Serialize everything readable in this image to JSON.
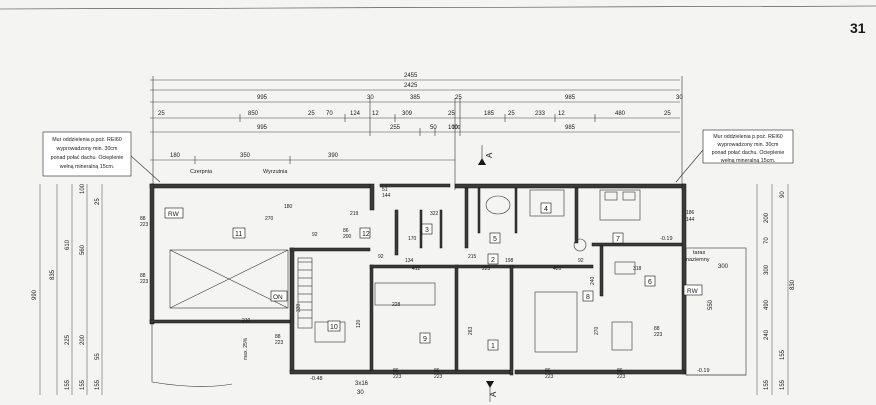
{
  "page_number": "31",
  "top_dims": {
    "overall_1": "2455",
    "overall_2": "2425",
    "row3": [
      "995",
      "30",
      "385",
      "25",
      "985",
      "30"
    ],
    "row4": [
      "25",
      "850",
      "25",
      "70",
      "124",
      "12",
      "309",
      "25",
      "185",
      "25",
      "233",
      "12",
      "480",
      "25"
    ],
    "row5": [
      "995",
      "255",
      "50",
      "100",
      "985"
    ],
    "row6": [
      "180",
      "350",
      "390"
    ]
  },
  "windows": {
    "w1": "Czerpnia",
    "w2": "Wyrzutnia"
  },
  "notes": {
    "left": [
      "Mur oddzielenia p.poż. REI60",
      "wyprowadzony min. 30cm",
      "ponad połać dachu. Ocieplenie",
      "wełną mineralną 15cm."
    ],
    "right": [
      "Mur oddzielenia p.poż. REI60",
      "wyprowadzony min. 30cm",
      "ponad połać dachu. Ocieplenie",
      "wełną mineralną 15cm."
    ]
  },
  "rooms": [
    "11",
    "12",
    "3",
    "5",
    "4",
    "7",
    "6",
    "2",
    "10",
    "9",
    "8",
    "1"
  ],
  "labels": {
    "rw1": "RW",
    "rw2": "RW",
    "on": "ON",
    "taras": "taras",
    "naziemny": "naziemny",
    "section_a": "A",
    "section_a2": "A",
    "stairs": "3x16",
    "stairs_sub": "30",
    "lvl1": "-0.48",
    "lvl2": "-0.19",
    "lvl3": "-0.19",
    "spad": "max. 25%"
  },
  "left_dims": {
    "outer": "990",
    "col2": [
      "835",
      "610",
      "225",
      "155"
    ],
    "col3": [
      "100",
      "25",
      "560",
      "25",
      "200",
      "25",
      "25",
      "155"
    ],
    "col4": [
      "25",
      "25",
      "25",
      "55",
      "25",
      "155"
    ],
    "col5": [
      "88",
      "223",
      "88",
      "223",
      "88",
      "223"
    ]
  },
  "right_dims": {
    "outer": "830",
    "col1": [
      "200",
      "70",
      "300",
      "490",
      "240",
      "155"
    ],
    "col2": [
      "90",
      "25",
      "25",
      "25",
      "155",
      "25",
      "155"
    ],
    "terrace": [
      "300",
      "550"
    ]
  },
  "inner_dims": [
    "180",
    "186",
    "144",
    "270",
    "92",
    "86",
    "200",
    "51",
    "144",
    "322",
    "219",
    "170",
    "92",
    "134",
    "412",
    "223",
    "215",
    "198",
    "420",
    "92",
    "318",
    "240",
    "228",
    "120",
    "263",
    "330",
    "270",
    "210",
    "88",
    "223",
    "100"
  ],
  "bottom_dims": [
    "86",
    "223",
    "86",
    "223",
    "86",
    "223",
    "86",
    "223"
  ]
}
